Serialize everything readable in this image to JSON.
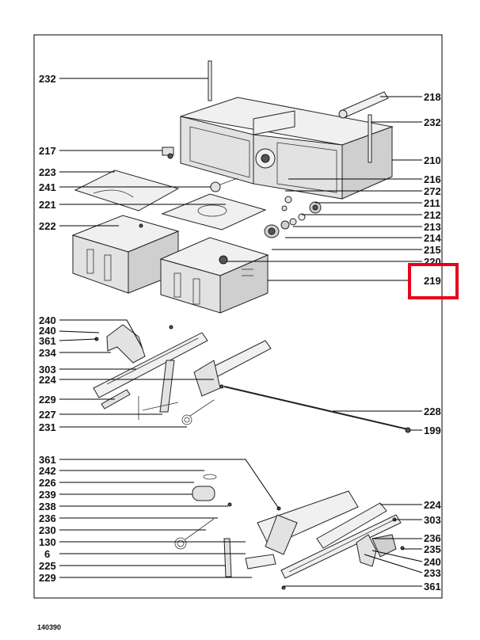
{
  "diagram": {
    "doc_code": "140390",
    "labels_left": {
      "l232": "232",
      "l217": "217",
      "l223": "223",
      "l241": "241",
      "l221": "221",
      "l222": "222",
      "l240a": "240",
      "l240b": "240",
      "l361a": "361",
      "l234": "234",
      "l303a": "303",
      "l224a": "224",
      "l229a": "229",
      "l227": "227",
      "l231": "231",
      "l361b": "361",
      "l242": "242",
      "l226": "226",
      "l239": "239",
      "l238": "238",
      "l236a": "236",
      "l230": "230",
      "l130": "130",
      "l6": "6",
      "l225": "225",
      "l229b": "229"
    },
    "labels_right": {
      "r218": "218",
      "r232": "232",
      "r210": "210",
      "r216": "216",
      "r272": "272",
      "r211": "211",
      "r212": "212",
      "r213": "213",
      "r214": "214",
      "r215": "215",
      "r220": "220",
      "r219": "219",
      "r228": "228",
      "r199": "199",
      "r224": "224",
      "r303": "303",
      "r236": "236",
      "r235": "235",
      "r240": "240",
      "r233": "233",
      "r361": "361"
    },
    "highlight": {
      "label": "219",
      "color": "#e8001c"
    }
  }
}
